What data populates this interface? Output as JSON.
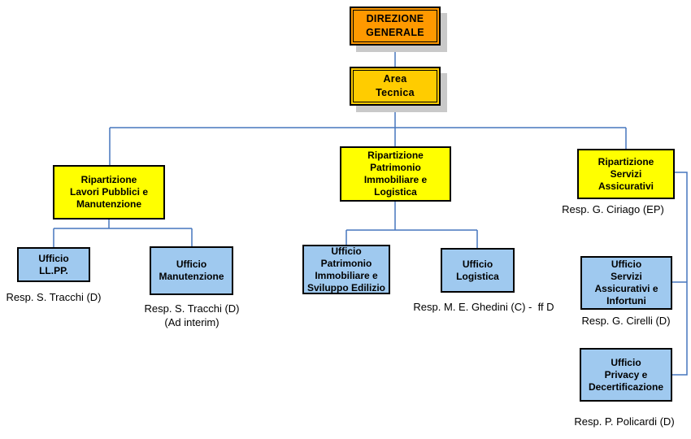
{
  "palette": {
    "orange": "#FF9900",
    "gold": "#FFCC00",
    "yellow": "#FFFF00",
    "lightblue": "#9FC9EF",
    "connector": "#4777BE",
    "border": "#000000",
    "shadow": "#C9C9C9"
  },
  "org": {
    "direzione_generale": {
      "label": "DIREZIONE\nGENERALE"
    },
    "area_tecnica": {
      "label": "Area\nTecnica"
    },
    "rip_lavori": {
      "label": "Ripartizione\nLavori Pubblici e\nManutenzione"
    },
    "rip_patrimonio": {
      "label": "Ripartizione\nPatrimonio\nImmobiliare e\nLogistica"
    },
    "rip_servizi": {
      "label": "Ripartizione\nServizi\nAssicurativi",
      "caption": "Resp. G. Ciriago (EP)"
    },
    "uff_llpp": {
      "label": "Ufficio\nLL.PP.",
      "caption": "Resp. S. Tracchi (D)"
    },
    "uff_manutenzione": {
      "label": "Ufficio\nManutenzione",
      "caption": "Resp. S. Tracchi (D)\n(Ad interim)"
    },
    "uff_patrimonio": {
      "label": "Ufficio\nPatrimonio\nImmobiliare e\nSviluppo Edilizio"
    },
    "uff_logistica": {
      "label": "Ufficio\nLogistica",
      "caption": "Resp. M. E. Ghedini (C) -  ff D"
    },
    "uff_servizi_assicurativi": {
      "label": "Ufficio\nServizi\nAssicurativi e\nInfortuni",
      "caption": "Resp. G. Cirelli (D)"
    },
    "uff_privacy": {
      "label": "Ufficio\nPrivacy e\nDecertificazione",
      "caption": "Resp. P. Policardi (D)"
    }
  }
}
